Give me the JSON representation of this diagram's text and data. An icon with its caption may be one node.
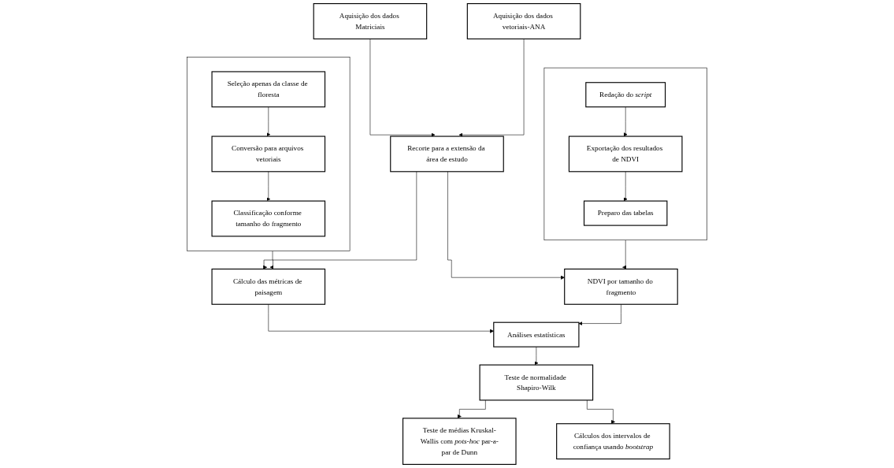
{
  "diagram": {
    "nodes": [
      {
        "text": [
          "Aquisição dos dados Matriciais"
        ]
      },
      {
        "text": [
          "Aquisição dos dados vetoriais-ANA"
        ]
      },
      {
        "text": [],
        "shape": "box"
      },
      {
        "text": [
          "Seleção apenas da classe de floresta"
        ],
        "in": 2
      },
      {
        "text": [
          "Conversão para arquivos vetoriais"
        ],
        "in": 2
      },
      {
        "text": [
          "Classificação conforme tamanho do fragmento"
        ],
        "in": 2
      },
      {
        "text": [
          "Recorte para a extensão da área de estudo"
        ]
      },
      {
        "text": [],
        "shape": "box"
      },
      {
        "text": [
          "Redação do *script*"
        ],
        "in": 7
      },
      {
        "text": [
          "Exportação dos resultados de NDVI"
        ],
        "in": 7
      },
      {
        "text": [
          "Preparo das tabelas"
        ],
        "in": 7
      },
      {
        "text": [
          "Cálculo das métricas de paisagem"
        ]
      },
      {
        "text": [
          "NDVI por tamanho do fragmento"
        ]
      },
      {
        "text": [
          "Análises estatísticas"
        ]
      },
      {
        "text": [
          "Teste de normalidade Shapiro-Wilk"
        ]
      },
      {
        "text": [
          "Teste de médias Kruskal-Wallis com *pots-hoc* par-a-par de Dunn"
        ]
      },
      {
        "text": [
          "Cálculos dos intervalos de confiança usando *bootstrap*"
        ]
      }
    ],
    "edges": [
      {
        "from": 0,
        "to": 6,
        "arrow": "to"
      },
      {
        "from": 1,
        "to": 6,
        "arrow": "to"
      },
      {
        "from": 3,
        "to": 4,
        "arrow": "to"
      },
      {
        "from": 4,
        "to": 5,
        "arrow": "to"
      },
      {
        "from": 8,
        "to": 9,
        "arrow": "to"
      },
      {
        "from": 9,
        "to": 10,
        "arrow": "to"
      },
      {
        "from": 2,
        "to": 11,
        "arrow": "to"
      },
      {
        "from": 7,
        "to": 12,
        "arrow": "to"
      },
      {
        "from": 6,
        "to": 11,
        "arrow": "to"
      },
      {
        "from": 6,
        "to": 12,
        "arrow": "to"
      },
      {
        "from": 11,
        "to": 13,
        "arrow": "to"
      },
      {
        "from": 12,
        "to": 13,
        "arrow": "to"
      },
      {
        "from": 13,
        "to": 14,
        "arrow": "to"
      },
      {
        "from": 14,
        "to": 15,
        "arrow": "to"
      },
      {
        "from": 14,
        "to": 16,
        "arrow": "to"
      }
    ]
  }
}
